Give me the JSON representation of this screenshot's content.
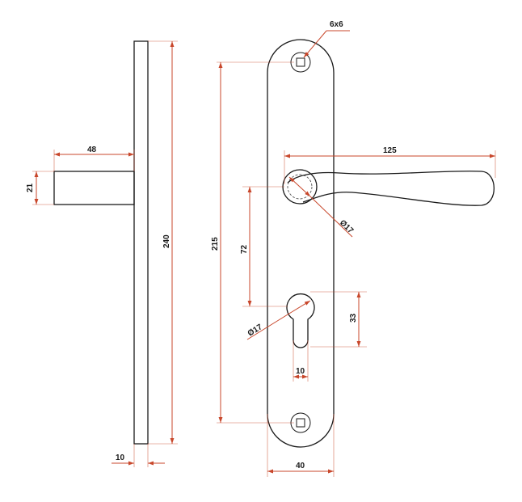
{
  "colors": {
    "outline": "#1a1a1a",
    "dimension": "#c8472b",
    "background": "#ffffff"
  },
  "dimensions": {
    "shank_length": "48",
    "shank_height": "21",
    "plate_height": "240",
    "plate_thickness": "10",
    "hole_spacing": "215",
    "square_spindle": "6x6",
    "handle_length": "125",
    "rose_diameter": "Ø17",
    "backset": "72",
    "cylinder_diameter": "Ø17",
    "cylinder_height": "33",
    "cylinder_width": "10",
    "plate_width": "40"
  }
}
